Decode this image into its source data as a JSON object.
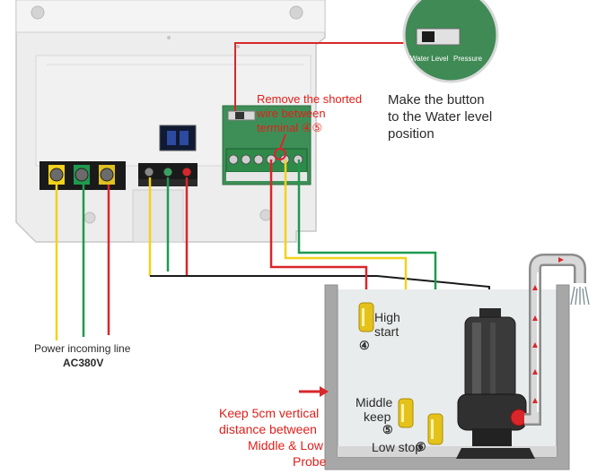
{
  "callout": {
    "instruction_lines": [
      "Make the button",
      "to the Water level",
      "position"
    ],
    "switch_label_left": "Water Level",
    "switch_label_right": "Pressure"
  },
  "annotations": {
    "remove_short_lines": [
      "Remove the shorted",
      "wire between",
      "terminal ④⑤"
    ],
    "power_line_label": "Power incoming line",
    "power_voltage": "AC380V",
    "keep_distance_lines": [
      "Keep 5cm vertical",
      "distance between",
      "Middle & Low",
      "Probe"
    ]
  },
  "probes": {
    "high": {
      "label_lines": [
        "High",
        "start"
      ],
      "number": "④"
    },
    "middle": {
      "label_lines": [
        "Middle",
        "keep"
      ],
      "number": "⑤"
    },
    "low": {
      "label": "Low stop",
      "number": "⑥"
    }
  },
  "colors": {
    "wire_yellow": "#f2d21c",
    "wire_green": "#1e9a4e",
    "wire_red": "#d9262a",
    "wire_black": "#1a1a1a",
    "callout_red": "#d9262a",
    "pcb_green": "#3e8f57",
    "terminal_green": "#2f8a4a",
    "tank_gray": "#a7a7a7",
    "water": "#e9ecec"
  }
}
